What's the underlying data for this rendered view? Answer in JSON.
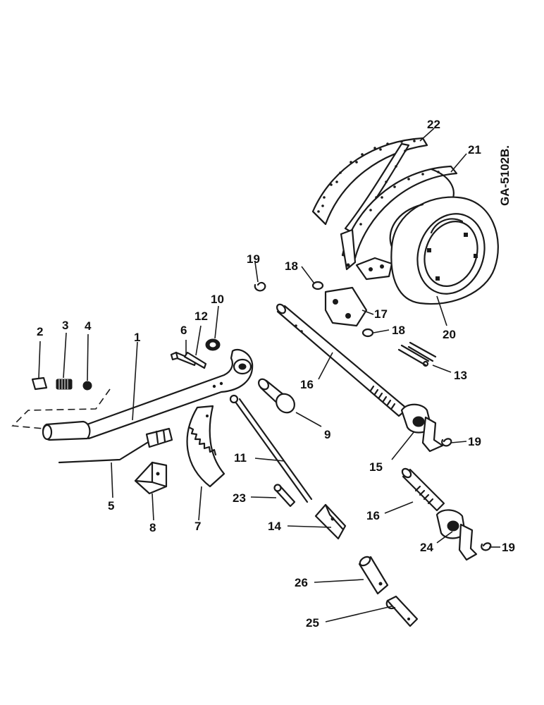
{
  "drawing_id": "GA-5102B.",
  "callouts": {
    "c1": "1",
    "c2": "2",
    "c3": "3",
    "c4": "4",
    "c5": "5",
    "c6": "6",
    "c7": "7",
    "c8": "8",
    "c9": "9",
    "c10": "10",
    "c11": "11",
    "c12": "12",
    "c13": "13",
    "c14": "14",
    "c15": "15",
    "c16a": "16",
    "c16b": "16",
    "c17": "17",
    "c18a": "18",
    "c18b": "18",
    "c19a": "19",
    "c19b": "19",
    "c19c": "19",
    "c20": "20",
    "c21": "21",
    "c22": "22",
    "c23": "23",
    "c24": "24",
    "c25": "25",
    "c26": "26"
  }
}
